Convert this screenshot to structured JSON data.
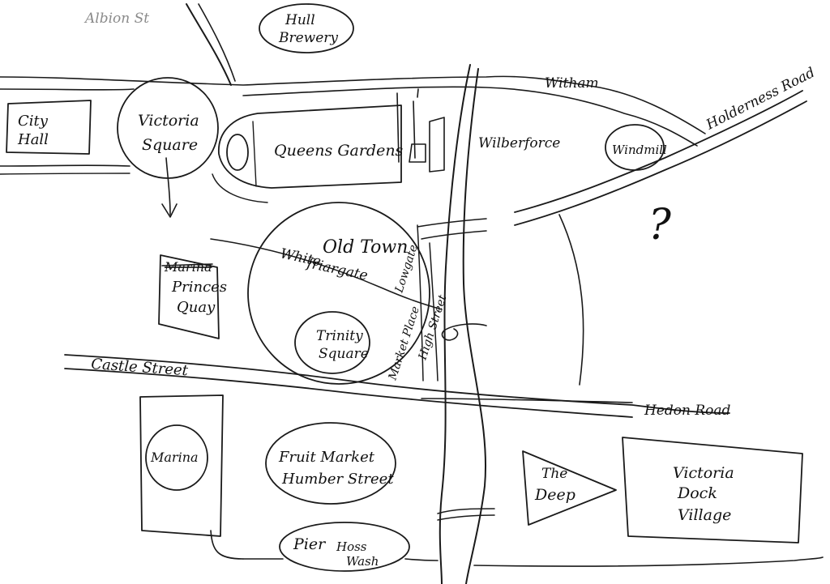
{
  "labels": {
    "albion_street": "Albion St",
    "hull_brewery": [
      "Hull",
      "Brewery"
    ],
    "city_hall": [
      "City",
      "Hall"
    ],
    "victoria_square": [
      "Victoria",
      "Square"
    ],
    "queens_gardens": "Queens Gardens",
    "witham": "Witham",
    "holderness_road": "Holderness Road",
    "wilberforce": "Wilberforce",
    "windmill": "Windmill",
    "question_mark": "?",
    "marina_struck": "Marina",
    "princes_quay": [
      "Princes",
      "Quay"
    ],
    "old_town": "Old Town",
    "whitefriargate": [
      "White",
      "friargate"
    ],
    "lowgate": "Lowgate",
    "trinity_square": [
      "Trinity",
      "Square"
    ],
    "market_place": "Market Place",
    "high_street": "High Street",
    "castle_street": "Castle Street",
    "hedon_road": "Hedon Road",
    "marina": "Marina",
    "fruit_market": [
      "Fruit Market",
      "Humber Street"
    ],
    "the_deep": [
      "The",
      "Deep"
    ],
    "victoria_dock_village": [
      "Victoria",
      "Dock",
      "Village"
    ],
    "pier": "Pier",
    "hoss_wash": [
      "Hoss",
      "Wash"
    ]
  },
  "colors": {
    "ink": "#1a1a1a",
    "faint_ink": "#8a8a8a",
    "paper": "#ffffff"
  }
}
